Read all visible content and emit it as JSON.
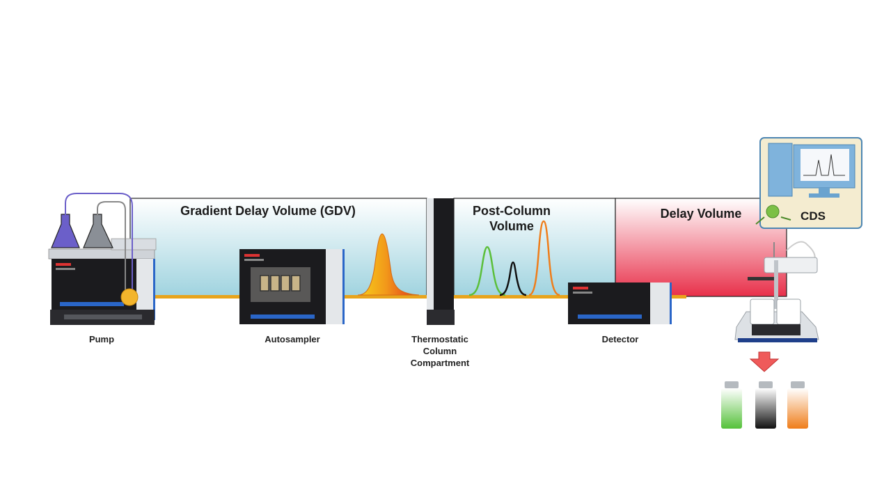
{
  "regions": {
    "gdv": "Gradient Delay Volume (GDV)",
    "post_column_line1": "Post-Column",
    "post_column_line2": "Volume",
    "delay": "Delay Volume",
    "cds": "CDS"
  },
  "components": {
    "pump": "Pump",
    "autosampler": "Autosampler",
    "column_line1": "Thermostatic",
    "column_line2": "Column",
    "column_line3": "Compartment",
    "detector": "Detector"
  },
  "colors": {
    "gdv_gradient_top": "#ffffff",
    "gdv_gradient_bottom": "#9fd3df",
    "delay_gradient_bottom": "#e8304a",
    "flow_line": "#e8a41c",
    "instrument_dark": "#1b1b1e",
    "instrument_blue": "#2a66c8",
    "peak_green": "#5bbf3a",
    "peak_black": "#111111",
    "peak_orange": "#ef7d1a",
    "cds_panel": "#f4ecd0",
    "cds_border": "#4d86b3"
  }
}
